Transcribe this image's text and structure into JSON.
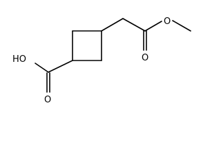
{
  "molecule": {
    "atom_labels": {
      "hydroxyl": "HO",
      "carbonyl_oxygen_acid": "O",
      "carbonyl_oxygen_ester": "O",
      "ester_oxygen": "O"
    },
    "bond_color": "#000000",
    "background_color": "#ffffff"
  }
}
